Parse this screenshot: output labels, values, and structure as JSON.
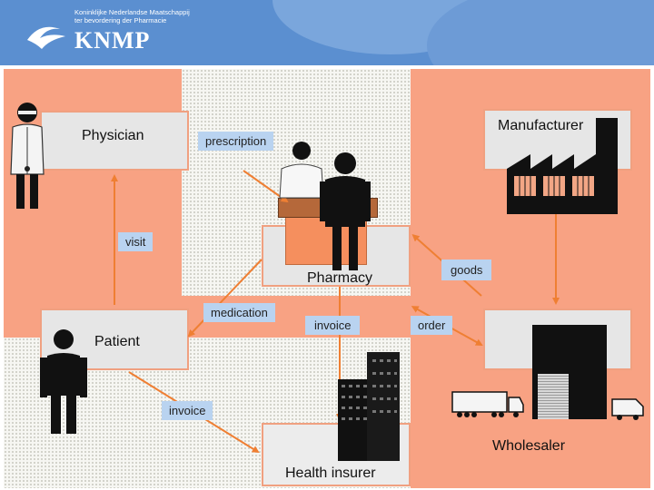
{
  "header": {
    "org_line1": "Koninklijke Nederlandse Maatschappij",
    "org_line2": "ter bevordering der Pharmacie",
    "brand": "KNMP"
  },
  "nodes": {
    "physician": "Physician",
    "manufacturer": "Manufacturer",
    "pharmacy": "Pharmacy",
    "patient": "Patient",
    "wholesaler": "Wholesaler",
    "health_insurer": "Health insurer"
  },
  "flows": {
    "prescription": "prescription",
    "visit": "visit",
    "goods": "goods",
    "medication": "medication",
    "invoice_pharmacy": "invoice",
    "order": "order",
    "invoice_patient": "invoice"
  },
  "colors": {
    "header": "#5b8fd0",
    "salmon": "#f8a283",
    "arrow": "#ef7f33",
    "tag": "#b9d3f0"
  }
}
